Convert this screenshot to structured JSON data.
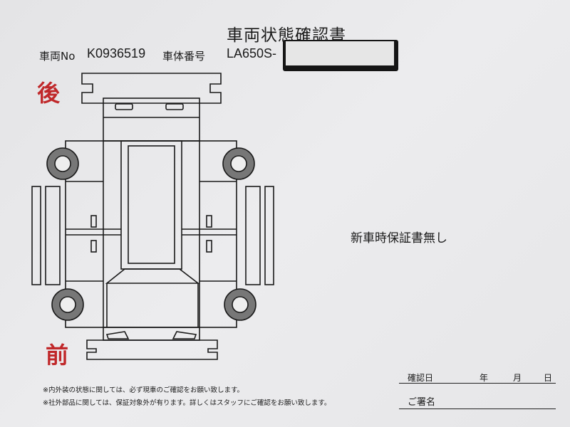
{
  "title": "車両状態確認書",
  "vehicle_no_label": "車両No",
  "vehicle_no": "K0936519",
  "body_no_label": "車体番号",
  "body_no": "LA650S-",
  "rear_label": "後",
  "front_label": "前",
  "note": "新車時保証書無し",
  "footnotes": [
    "※内外装の状態に関しては、必ず現車のご確認をお願い致します。",
    "※社外部品に関しては、保証対象外が有ります。詳しくはスタッフにご確認をお願い致します。"
  ],
  "confirm": {
    "date_label": "確認日",
    "year": "年",
    "month": "月",
    "day": "日",
    "signature_label": "ご署名"
  },
  "colors": {
    "accent_red": "#c0282a"
  }
}
